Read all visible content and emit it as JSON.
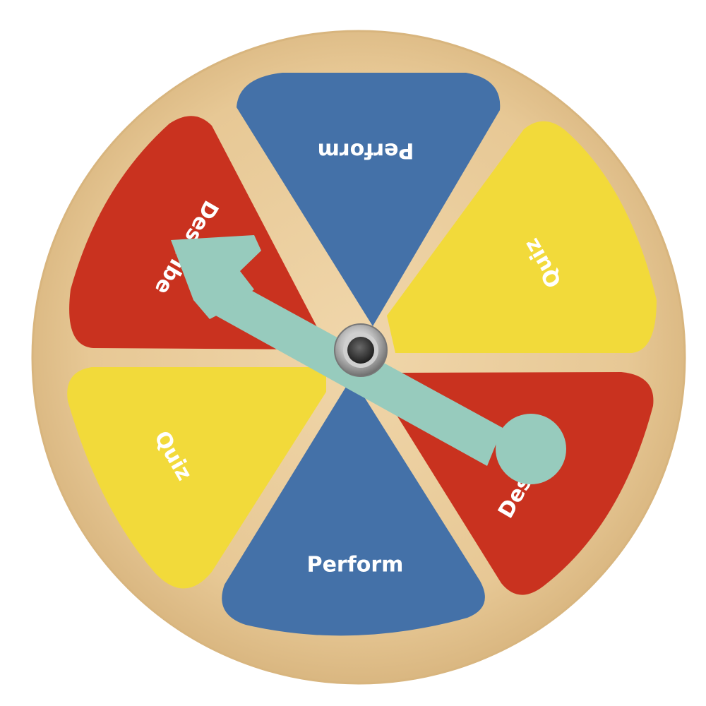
{
  "segments": [
    {
      "label": "Perform",
      "color": "#4471A8"
    },
    {
      "label": "Quiz",
      "color": "#F2DA3A"
    },
    {
      "label": "Describe",
      "color": "#C9321F"
    },
    {
      "label": "Perform",
      "color": "#4471A8"
    },
    {
      "label": "Quiz",
      "color": "#F2DA3A"
    },
    {
      "label": "Describe",
      "color": "#C9321F"
    }
  ],
  "board_color": "#E7C895",
  "board_edge_color": "#D8B57E",
  "arrow_color": "#97CBBD",
  "pivot_color": "#9a9a9a"
}
